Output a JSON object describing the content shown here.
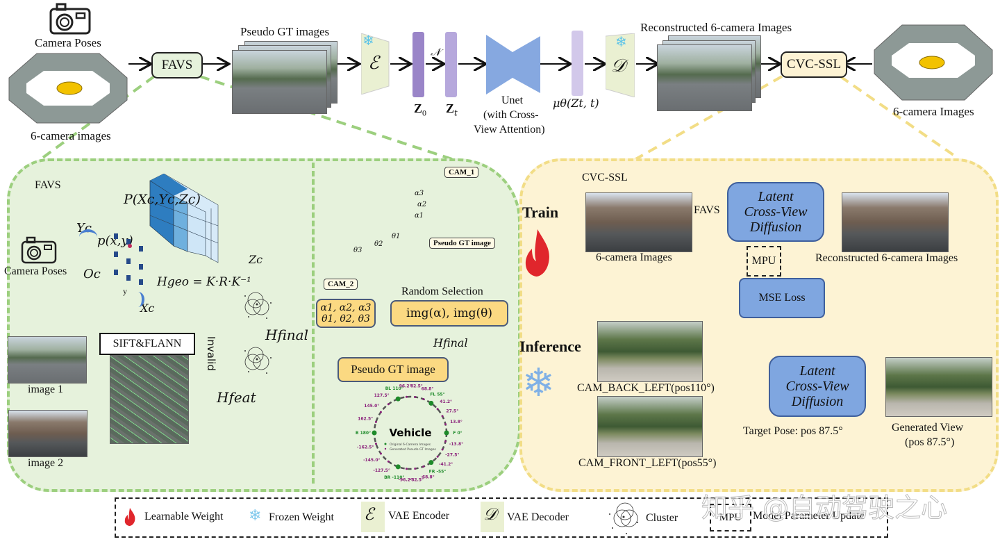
{
  "top_pipeline": {
    "camera_poses_label": "Camera Poses",
    "six_camera_images_label": "6-camera images",
    "favs_label": "FAVS",
    "pseudo_gt_images_label": "Pseudo GT images",
    "encoder_symbol": "ℰ",
    "noise_symbol": "𝒩",
    "z0_label": "Z",
    "z0_sub": "0",
    "zt_label": "Z",
    "zt_sub": "t",
    "unet_label_line1": "Unet",
    "unet_label_line2": "(with Cross-",
    "unet_label_line3": "View Attention)",
    "mu_label": "μθ(Zt, t)",
    "decoder_symbol": "𝒟",
    "reconstructed_label": "Reconstructed 6-camera Images",
    "cvc_ssl_label": "CVC-SSL",
    "six_camera_images_right_label": "6-camera Images"
  },
  "favs_panel": {
    "title": "FAVS",
    "point_label": "P(Xc,Yc,Zc)",
    "pixel_label": "p(x,y)",
    "yc_label": "Yc",
    "zc_label": "Zc",
    "xc_label": "Xc",
    "oc_label": "Oc",
    "y_label": "y",
    "camera_poses_label": "Camera Poses",
    "hgeo_formula": "Hgeo = K·R·K⁻¹",
    "invalid_label": "Invalid",
    "hfinal_label": "Hfinal",
    "sift_flann_label": "SIFT&FLANN",
    "image1_label": "image 1",
    "image2_label": "image 2",
    "hfeat_label": "Hfeat",
    "cam1_label": "CAM_1",
    "cam2_label": "CAM_2",
    "pseudo_gt_tag": "Pseudo GT image",
    "alpha_labels": [
      "α3",
      "α2",
      "α1"
    ],
    "theta_labels": [
      "θ1",
      "θ2",
      "θ3"
    ],
    "angles_box_line1": "α1, α2, α3",
    "angles_box_line2": "θ1, θ2, θ3",
    "random_selection_label": "Random Selection",
    "img_selection_label": "img(α), img(θ)",
    "hfinal_arrow_label": "Hfinal",
    "pseudo_gt_box_label": "Pseudo GT image"
  },
  "vehicle_diagram": {
    "center_label": "Vehicle",
    "legend_original": "Original 6-Camera Images",
    "legend_generated": "Generated Pseudo GT Images",
    "original_color": "#1e8a2a",
    "generated_color": "#8a1f7a",
    "original_cameras": [
      {
        "label": "F 0°",
        "angle": 0
      },
      {
        "label": "FL 55°",
        "angle": 55
      },
      {
        "label": "BL 110°",
        "angle": 110
      },
      {
        "label": "B 180°",
        "angle": 180
      },
      {
        "label": "BR -110°",
        "angle": -110
      },
      {
        "label": "FR -55°",
        "angle": -55
      }
    ],
    "generated_views": [
      {
        "label": "13.8°",
        "angle": 13.8
      },
      {
        "label": "27.5°",
        "angle": 27.5
      },
      {
        "label": "41.2°",
        "angle": 41.2
      },
      {
        "label": "68.8°",
        "angle": 68.8
      },
      {
        "label": "82.5°",
        "angle": 82.5
      },
      {
        "label": "96.2°",
        "angle": 96.2
      },
      {
        "label": "127.5°",
        "angle": 127.5
      },
      {
        "label": "145.0°",
        "angle": 145.0
      },
      {
        "label": "162.5°",
        "angle": 162.5
      },
      {
        "label": "-162.5°",
        "angle": -162.5
      },
      {
        "label": "-145.0°",
        "angle": -145.0
      },
      {
        "label": "-127.5°",
        "angle": -127.5
      },
      {
        "label": "-96.2°",
        "angle": -96.2
      },
      {
        "label": "-82.5°",
        "angle": -82.5
      },
      {
        "label": "-68.8°",
        "angle": -68.8
      },
      {
        "label": "-41.2°",
        "angle": -41.2
      },
      {
        "label": "-27.5°",
        "angle": -27.5
      },
      {
        "label": "-13.8°",
        "angle": -13.8
      }
    ]
  },
  "cvc_panel": {
    "title": "CVC-SSL",
    "train_label": "Train",
    "favs_arrow_label": "FAVS",
    "six_camera_images_label": "6-camera Images",
    "diffusion_line1": "Latent",
    "diffusion_line2": "Cross-View",
    "diffusion_line3": "Diffusion",
    "reconstructed_label": "Reconstructed 6-camera Images",
    "mpu_label": "MPU",
    "mse_loss_label": "MSE Loss",
    "inference_label": "Inference",
    "cam_back_left_label": "CAM_BACK_LEFT(pos110°)",
    "cam_front_left_label": "CAM_FRONT_LEFT(pos55°)",
    "target_pose_label": "Target Pose: pos 87.5°",
    "generated_view_line1": "Generated View",
    "generated_view_line2": "(pos 87.5°)"
  },
  "legend": {
    "learnable_weight": "Learnable Weight",
    "frozen_weight": "Frozen Weight",
    "vae_encoder_symbol": "ℰ",
    "vae_encoder": "VAE Encoder",
    "vae_decoder_symbol": "𝒟",
    "vae_decoder": "VAE Decoder",
    "cluster": "Cluster",
    "mpu_symbol": "MPU",
    "mpu_text": "Model Parameter Update"
  },
  "watermark": "知乎 @自动驾驶之心",
  "colors": {
    "green_panel": "#e6f2dc",
    "green_dash": "#9ccf7e",
    "yellow_panel": "#fdf3d4",
    "yellow_dash": "#f2dd86",
    "latent_blue": "#7fa6e0",
    "selection_orange": "#fbd982",
    "z0_purple": "#9a85c8",
    "zt_purple": "#b6a8dc",
    "mu_purple": "#d2c8ea",
    "unet_blue": "#86a8e0",
    "flame_red": "#e0262c",
    "snow_blue": "#7fb0e6"
  }
}
